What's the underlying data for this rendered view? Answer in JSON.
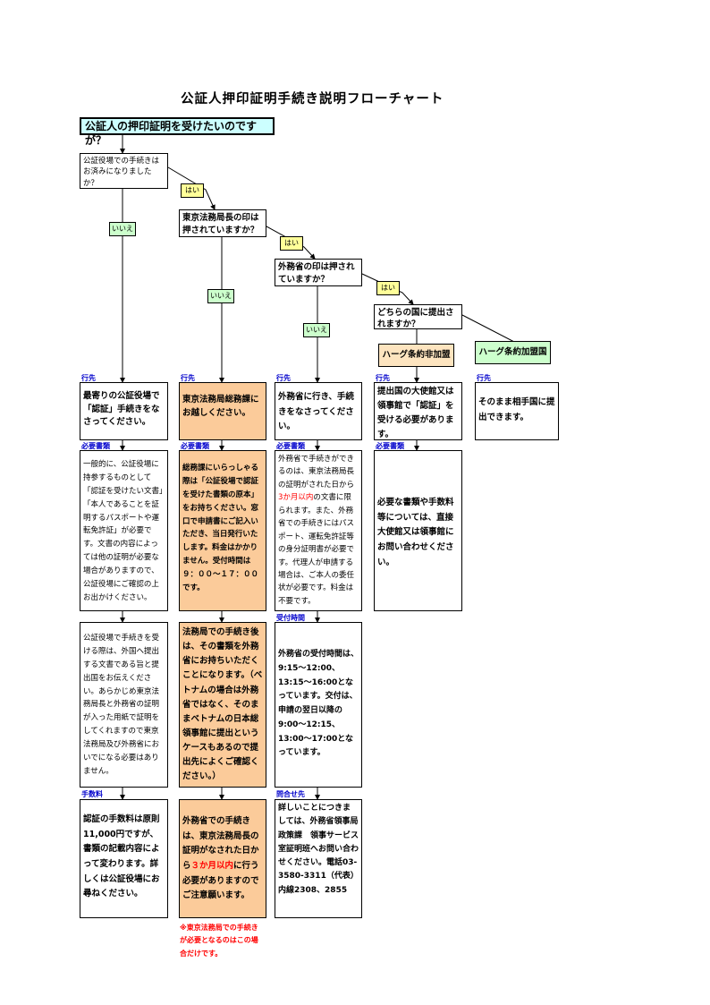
{
  "title": "公証人押印証明手続き説明フローチャート",
  "start": "公証人の押印証明を受けたいのですが？",
  "questions": {
    "q1": "公証役場での手続きはお済みになりましたか？",
    "q2": "東京法務局長の印は押されていますか？",
    "q3": "外務省の印は押されていますか？",
    "q4": "どちらの国に提出されますか？"
  },
  "tags": {
    "yes": "はい",
    "no": "いいえ"
  },
  "hague": {
    "non_member": "ハーグ条約非加盟",
    "member": "ハーグ条約加盟国"
  },
  "sections": {
    "destination": "行先",
    "required_docs": "必要書類",
    "fee": "手数料",
    "reception_hours": "受付時間",
    "contact": "問合せ先"
  },
  "col1": {
    "dest": "最寄りの公証役場で「認証」手続きをなさってください。",
    "docs": "一般的に、公証役場に持参するものとして「認証を受けたい文書」「本人であることを証明するパスポートや運転免許証」が必要です。文書の内容によっては他の証明が必要な場合がありますので、公証役場にご確認の上お出かけください。",
    "note": "公証役場で手続きを受ける際は、外国へ提出する文書である旨と提出国をお伝えください。あらかじめ東京法務局長と外務省の証明が入った用紙で証明をしてくれますので東京法務局及び外務省においでになる必要はありません。",
    "fee": "認証の手数料は原則11,000円ですが、書類の記載内容によって変わります。詳しくは公証役場にお尋ねください。"
  },
  "col2": {
    "dest": "東京法務局総務課にお越しください。",
    "docs": "総務課にいらっしゃる際は「公証役場で認証を受けた書類の原本」をお持ちください。窓口で申請書にご記入いただき、当日発行いたします。料金はかかりません。受付時間は９：００～１７：００です。",
    "after": "法務局での手続き後は、その書類を外務省にお持ちいただくことになります。（ベトナムの場合は外務省ではなく、そのままベトナムの日本総領事館に提出というケースもあるので提出先によくご確認ください。）",
    "mofa_pre": "外務省での手続きは、東京法務局長の証明がなされた日から",
    "mofa_red": "３か月以内",
    "mofa_post": "に行う必要がありますのでご注意願います。",
    "footnote": "※東京法務局での手続きが必要となるのはこの場合だけです。"
  },
  "col3": {
    "dest": "外務省に行き、手続きをなさってください。",
    "docs_pre": "外務省で手続きができるのは、東京法務局長の証明がされた日から",
    "docs_red": "3か月以内",
    "docs_post": "の文書に限られます。また、外務省での手続きにはパスポート、運転免許証等の身分証明書が必要です。代理人が申請する場合は、ご本人の委任状が必要です。料金は不要です。",
    "hours": "外務省の受付時間は、9:15～12:00、13:15～16:00となっています。交付は、申請の翌日以降の9:00～12:15、13:00～17:00となっています。",
    "contact": "詳しいことにつきましては、外務省領事局政策課　領事サービス室証明班へお問い合わせください。電話03-3580-3311（代表）内線2308、2855"
  },
  "col4": {
    "dest": "提出国の大使館又は領事館で「認証」を受ける必要があります。",
    "docs": "必要な書類や手数料等については、直接大使館又は領事館にお問い合わせください。"
  },
  "col5": {
    "dest": "そのまま相手国に提出できます。"
  },
  "colors": {
    "start_bg": "#ccffff",
    "yes_bg": "#ffff99",
    "no_bg": "#ccffcc",
    "orange": "#fbcb9a",
    "hague_non": "#fde4bf",
    "hague_member": "#ccffcc",
    "section_blue": "#0000cc",
    "red": "#ff0000"
  }
}
